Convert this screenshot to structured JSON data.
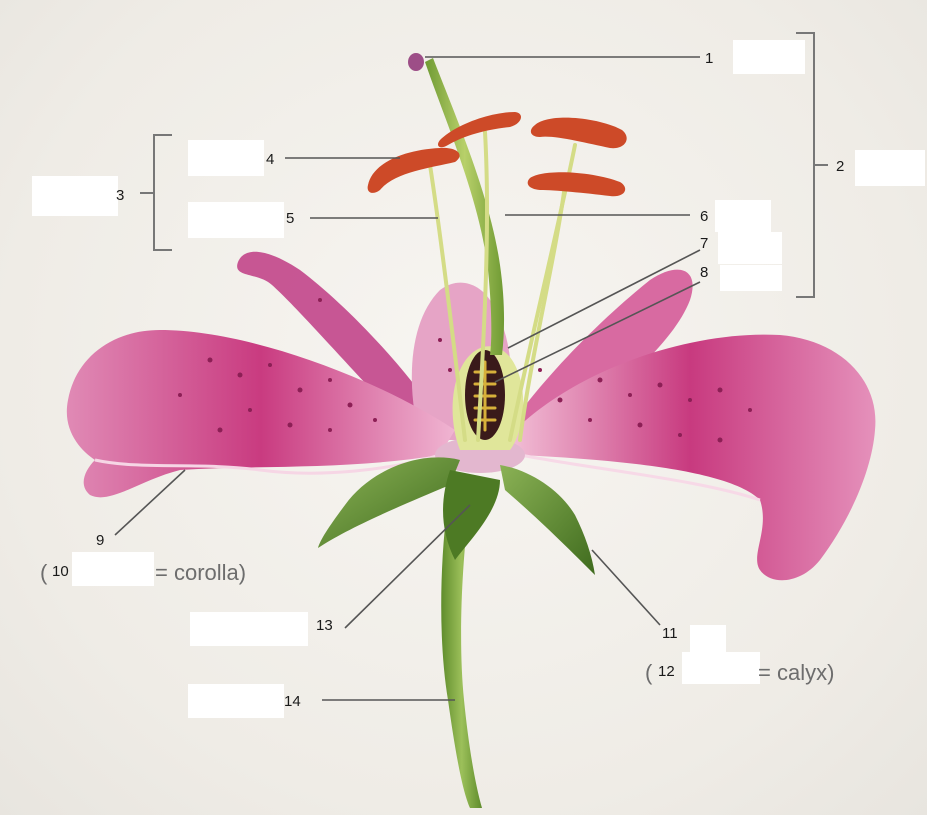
{
  "labels": {
    "l1": "1",
    "l2": "2",
    "l3": "3",
    "l4": "4",
    "l5": "5",
    "l6": "6",
    "l7": "7",
    "l8": "8",
    "l9": "9",
    "l10": "10",
    "l11": "11",
    "l12": "12",
    "l13": "13",
    "l14": "14"
  },
  "captions": {
    "corolla_open": "(",
    "corolla": "= corolla)",
    "calyx_open": "(",
    "calyx": "= calyx)"
  },
  "colors": {
    "petal": "#d4508f",
    "petal_light": "#f2c2d8",
    "sepal": "#5c8a2e",
    "stem": "#8ab04a",
    "anther": "#cf4a2a",
    "filament": "#d8e08a",
    "background": "#f2f0ec"
  }
}
